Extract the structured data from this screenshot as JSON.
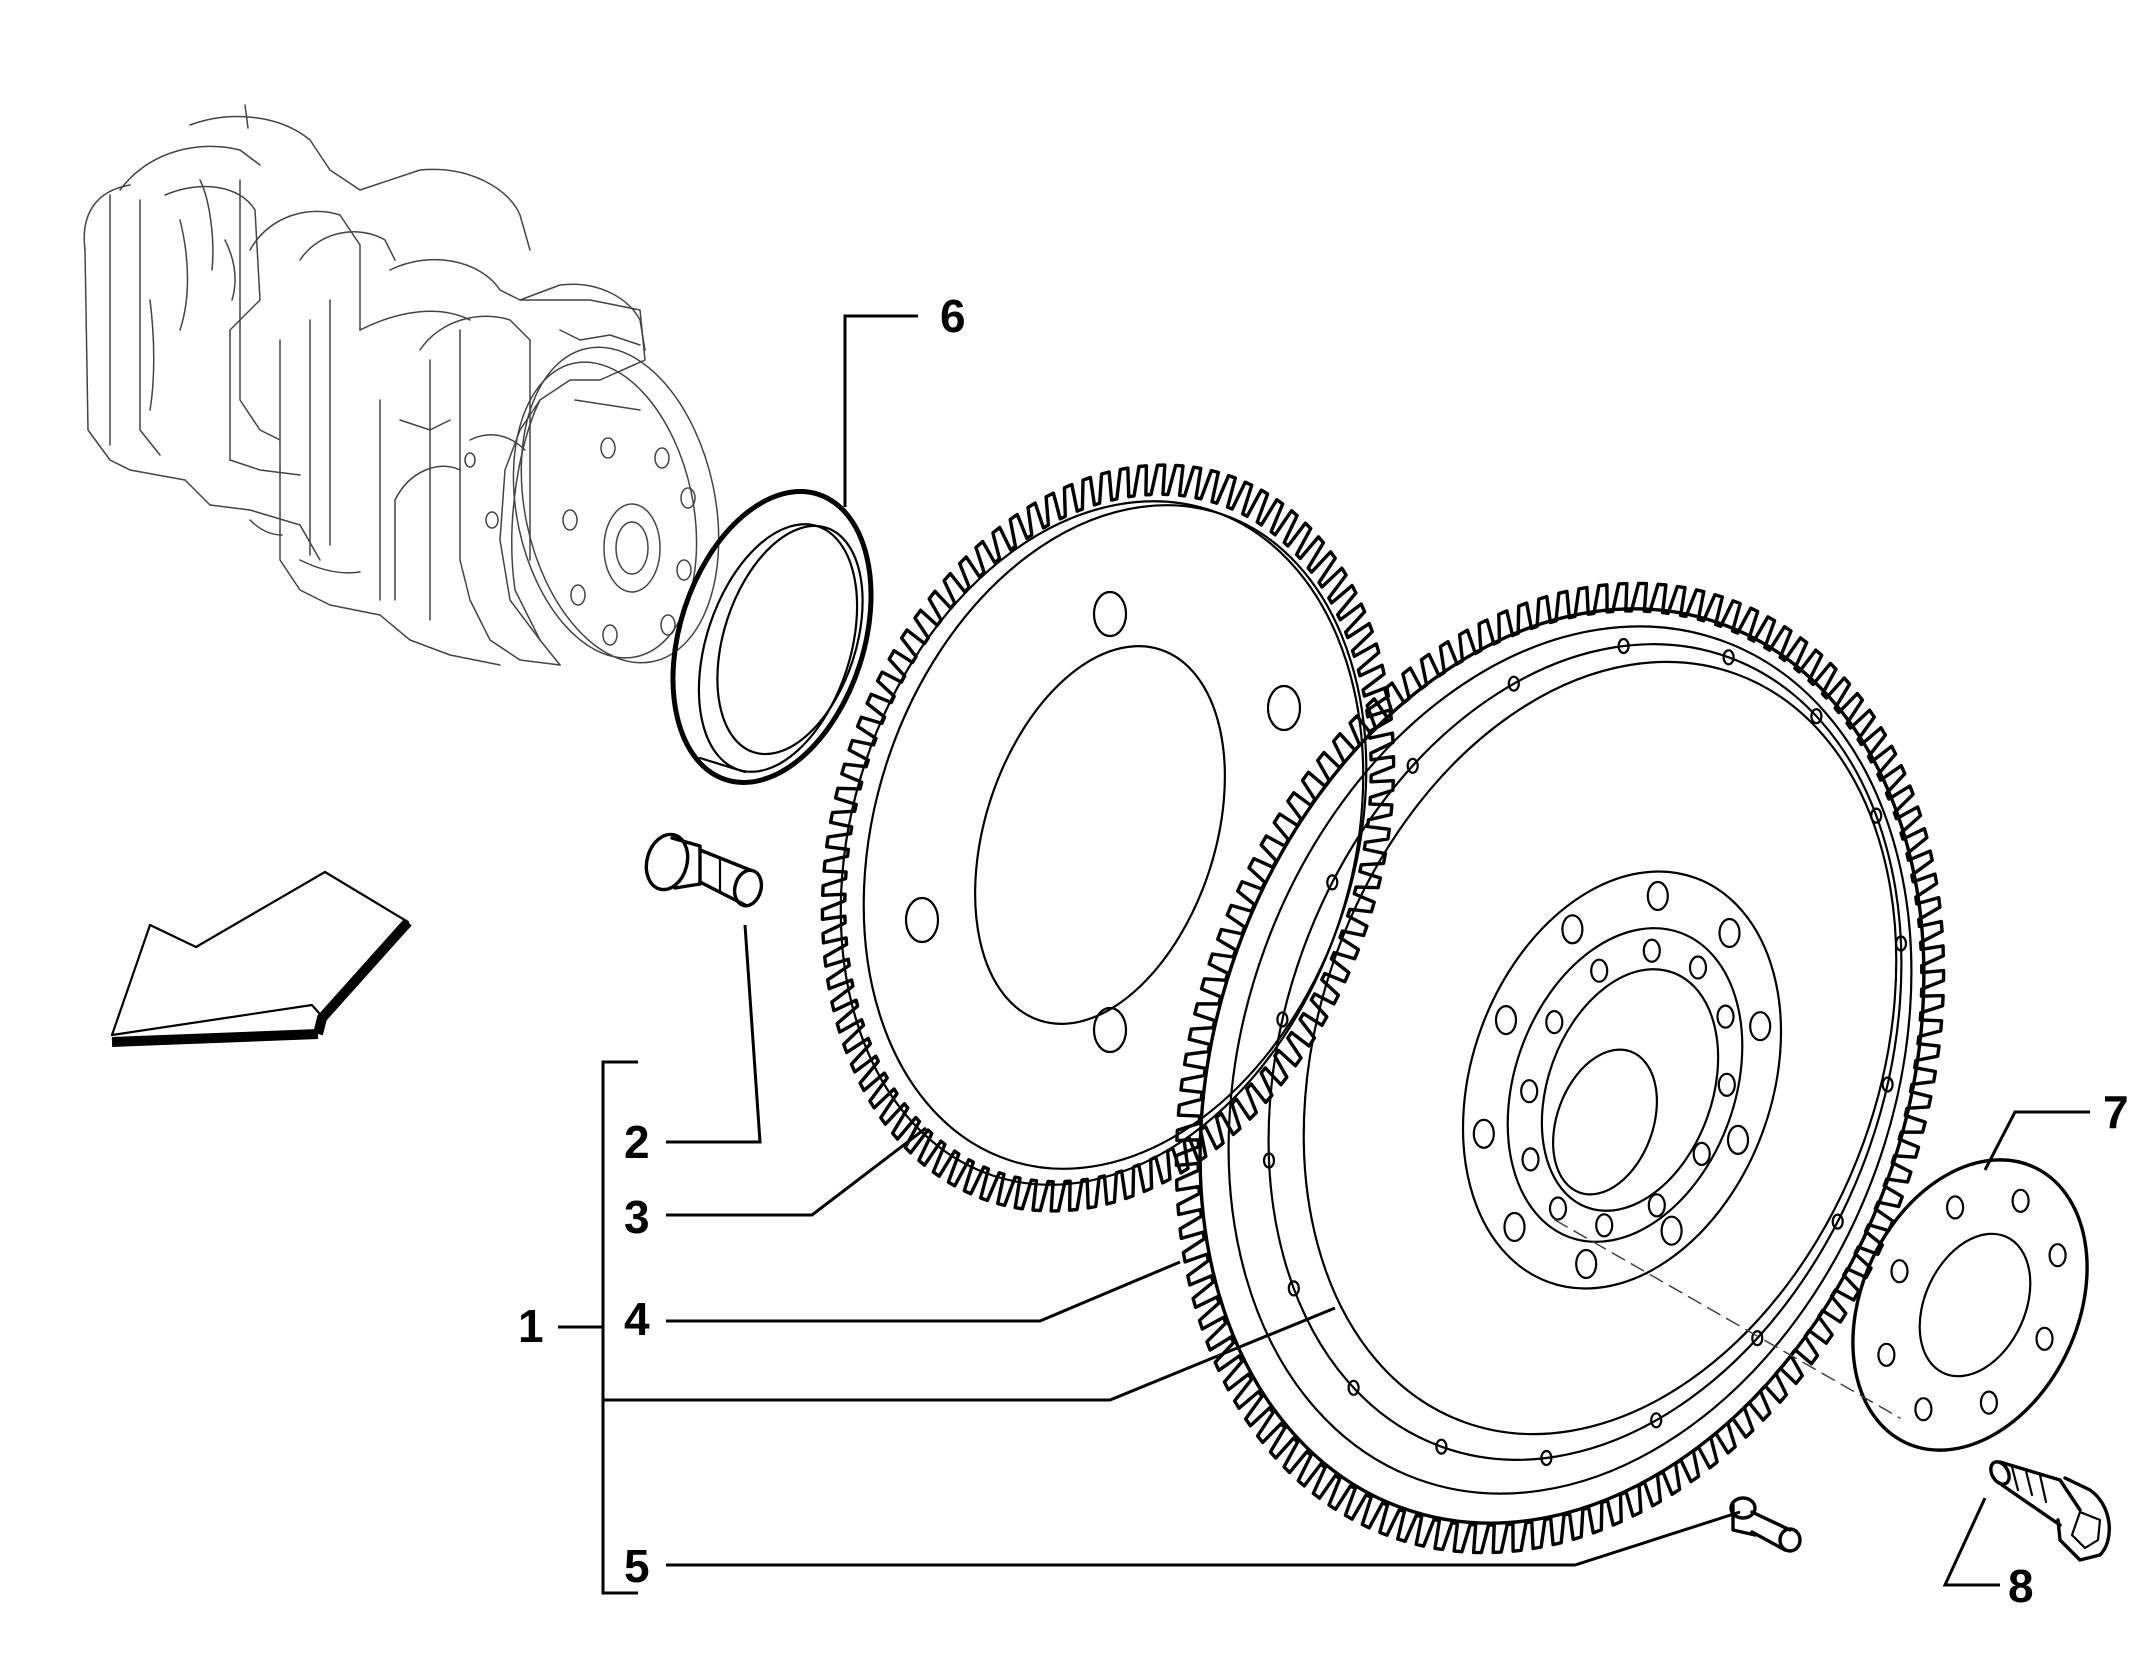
{
  "callouts": [
    {
      "id": "1",
      "label": "1"
    },
    {
      "id": "2",
      "label": "2"
    },
    {
      "id": "3",
      "label": "3"
    },
    {
      "id": "4",
      "label": "4"
    },
    {
      "id": "5",
      "label": "5"
    },
    {
      "id": "6",
      "label": "6"
    },
    {
      "id": "7",
      "label": "7"
    },
    {
      "id": "8",
      "label": "8"
    }
  ],
  "icons": {
    "direction_arrow": "direction-arrow-icon"
  }
}
